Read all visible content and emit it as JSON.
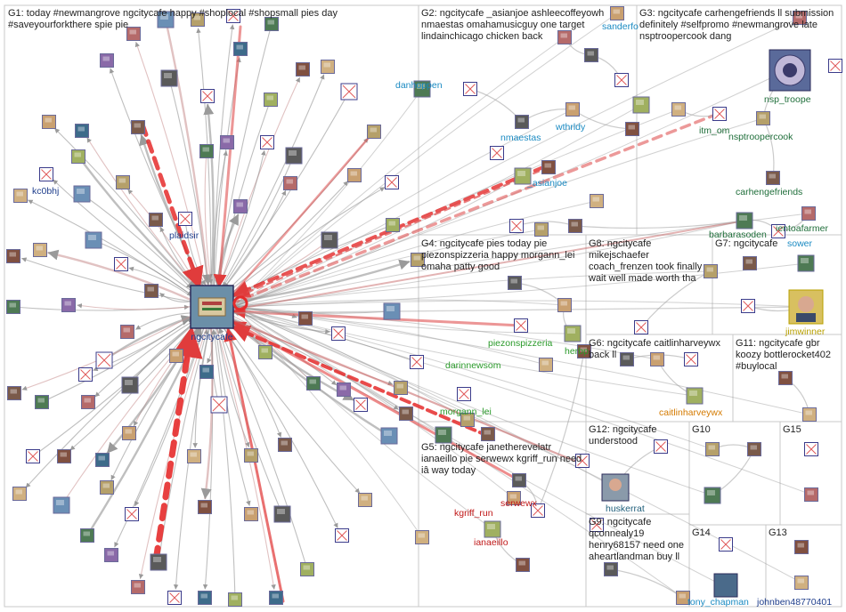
{
  "groups": [
    {
      "id": "G1",
      "title": "G1: today #newmangrove ngcitycafe happy #shoplocal #shopsmall pies day #saveyourforkthere spie pie"
    },
    {
      "id": "G2",
      "title": "G2: ngcitycafe _asianjoe ashleecoffeyowh nmaestas omahamusicguy one target lindainchicago chicken back"
    },
    {
      "id": "G3",
      "title": "G3: ngcitycafe carhengefriends ll submission definitely #selfpromo #newmangrove late nsptroopercook dang"
    },
    {
      "id": "G4",
      "title": "G4: ngcitycafe pies today pie piezonspizzeria happy morgann_lei omaha patty good"
    },
    {
      "id": "G5",
      "title": "G5: ngcitycafe janetherevelatr ianaeillo pie serwewx kgriff_run need iâ way today"
    },
    {
      "id": "G6",
      "title": "G6: ngcitycafe caitlinharveywx back ll"
    },
    {
      "id": "G7",
      "title": "G7: ngcitycafe"
    },
    {
      "id": "G8",
      "title": "G8: ngcitycafe mikejschaefer coach_frenzen took finally wait well made worth tha"
    },
    {
      "id": "G9",
      "title": "G9: ngcitycafe qconnealy19 henry68157 need one aheartlandman buy ll"
    },
    {
      "id": "G10",
      "title": "G10"
    },
    {
      "id": "G11",
      "title": "G11: ngcitycafe gbr koozy bottlerocket402 #buylocal"
    },
    {
      "id": "G12",
      "title": "G12: ngcitycafe understood"
    },
    {
      "id": "G13",
      "title": "G13"
    },
    {
      "id": "G14",
      "title": "G14"
    },
    {
      "id": "G15",
      "title": "G15"
    }
  ],
  "hub": {
    "label": "ngcitycafe"
  },
  "labels": [
    {
      "name": "kc0bhj",
      "color": "#1f3e8c"
    },
    {
      "name": "plaidsir",
      "color": "#1f3e8c"
    },
    {
      "name": "danhoppen",
      "color": "#1a8ac2"
    },
    {
      "name": "sanderfo",
      "color": "#1a8ac2"
    },
    {
      "name": "nmaestas",
      "color": "#1a8ac2"
    },
    {
      "name": "wthrldy",
      "color": "#1a8ac2"
    },
    {
      "name": "_asianjoe",
      "color": "#1a8ac2"
    },
    {
      "name": "nsp_troope",
      "color": "#1f6e3a"
    },
    {
      "name": "itm_om",
      "color": "#1f6e3a"
    },
    {
      "name": "nsptroopercook",
      "color": "#1f6e3a"
    },
    {
      "name": "carhengefriends",
      "color": "#1f6e3a"
    },
    {
      "name": "barbarasoden",
      "color": "#1f6e3a"
    },
    {
      "name": "ientoafarmer",
      "color": "#1f6e3a"
    },
    {
      "name": "piezonspizzeria",
      "color": "#2a9a2a"
    },
    {
      "name": "darinnewsom",
      "color": "#2a9a2a"
    },
    {
      "name": "herbp",
      "color": "#2a9a2a"
    },
    {
      "name": "morgann_lei",
      "color": "#2a9a2a"
    },
    {
      "name": "caitlinharveywx",
      "color": "#d47a00"
    },
    {
      "name": "jimwinner",
      "color": "#b8a000"
    },
    {
      "name": "sower",
      "color": "#1a8ac2"
    },
    {
      "name": "serwewx",
      "color": "#c01818"
    },
    {
      "name": "kgriff_run",
      "color": "#c01818"
    },
    {
      "name": "ianaeillo",
      "color": "#c01818"
    },
    {
      "name": "huskerrat",
      "color": "#1f5e7a"
    },
    {
      "name": "tony_chapman",
      "color": "#1a8ac2"
    },
    {
      "name": "johnben48770401",
      "color": "#1f3e8c"
    }
  ]
}
